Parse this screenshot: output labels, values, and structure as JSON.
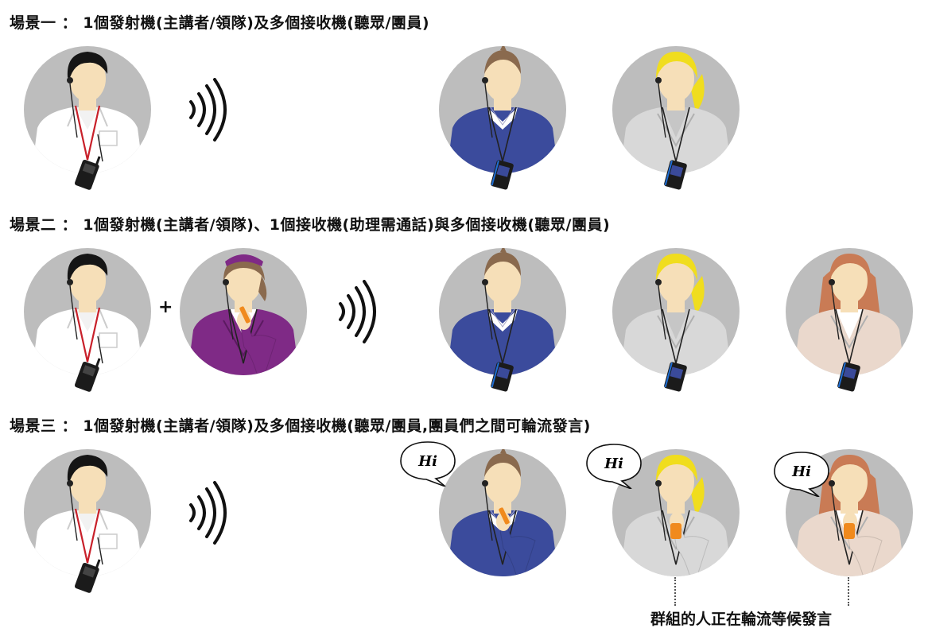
{
  "scenes": [
    {
      "title": "場景一 ： 1個發射機(主講者/領隊)及多個接收機(聽眾/團員)"
    },
    {
      "title": "場景二 ： 1個發射機(主講者/領隊)、1個接收機(助理需通話)與多個接收機(聽眾/團員)"
    },
    {
      "title": "場景三 ： 1個發射機(主講者/領隊)及多個接收機(聽眾/團員,團員們之間可輪流發言)"
    }
  ],
  "plus_sign": "+",
  "bubble_text": "Hi",
  "caption": "群組的人正在輪流等候發言",
  "colors": {
    "circle": "#bdbdbd",
    "skin": "#f6dfb8",
    "black_hair": "#151515",
    "brown_hair": "#8a6a4e",
    "blonde_hair": "#f0dd1e",
    "red_hair": "#c97b55",
    "navy_sweater": "#3b4b9c",
    "purple_uniform": "#7f2a86",
    "white_shirt": "#ffffff",
    "light_gray_jacket": "#d8d8d8",
    "beige_jacket": "#ead8cc",
    "lanyard_red": "#c8202a",
    "receiver_blue": "#1f6ed4",
    "receiver_orange": "#f08a1d"
  }
}
